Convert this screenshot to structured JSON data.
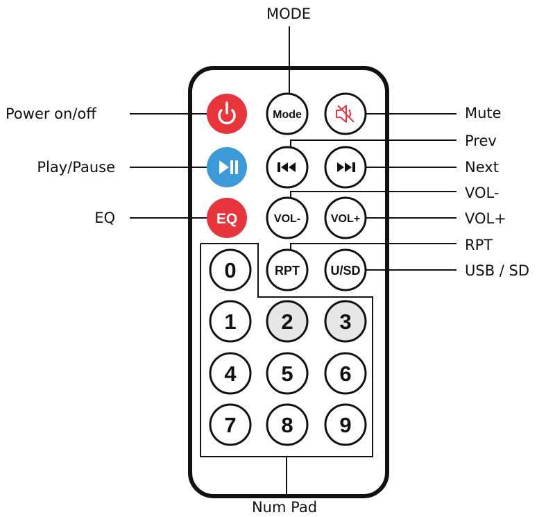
{
  "labels": {
    "mode": "MODE",
    "power": "Power on/off",
    "mute": "Mute",
    "prev": "Prev",
    "play_pause": "Play/Pause",
    "next": "Next",
    "vol_minus": "VOL-",
    "eq": "EQ",
    "vol_plus": "VOL+",
    "rpt": "RPT",
    "usb_sd": "USB / SD",
    "num_pad": "Num Pad"
  },
  "buttons": {
    "mode": "Mode",
    "eq": "EQ",
    "vol_minus": "VOL-",
    "vol_plus": "VOL+",
    "rpt": "RPT",
    "usb_sd": "U/SD"
  },
  "digits": {
    "d0": "0",
    "d1": "1",
    "d2": "2",
    "d3": "3",
    "d4": "4",
    "d5": "5",
    "d6": "6",
    "d7": "7",
    "d8": "8",
    "d9": "9"
  },
  "colors": {
    "power": "#e8353b",
    "eq": "#e8353b",
    "play_pause": "#3d9ad9",
    "mute_glyph": "#e8353b",
    "outline": "#111111",
    "digit_shaded": "#e6e6e6"
  },
  "icons": {
    "power": "power-icon",
    "play_pause": "play-pause-icon",
    "mute": "speaker-mute-icon",
    "prev": "skip-previous-icon",
    "next": "skip-next-icon"
  }
}
